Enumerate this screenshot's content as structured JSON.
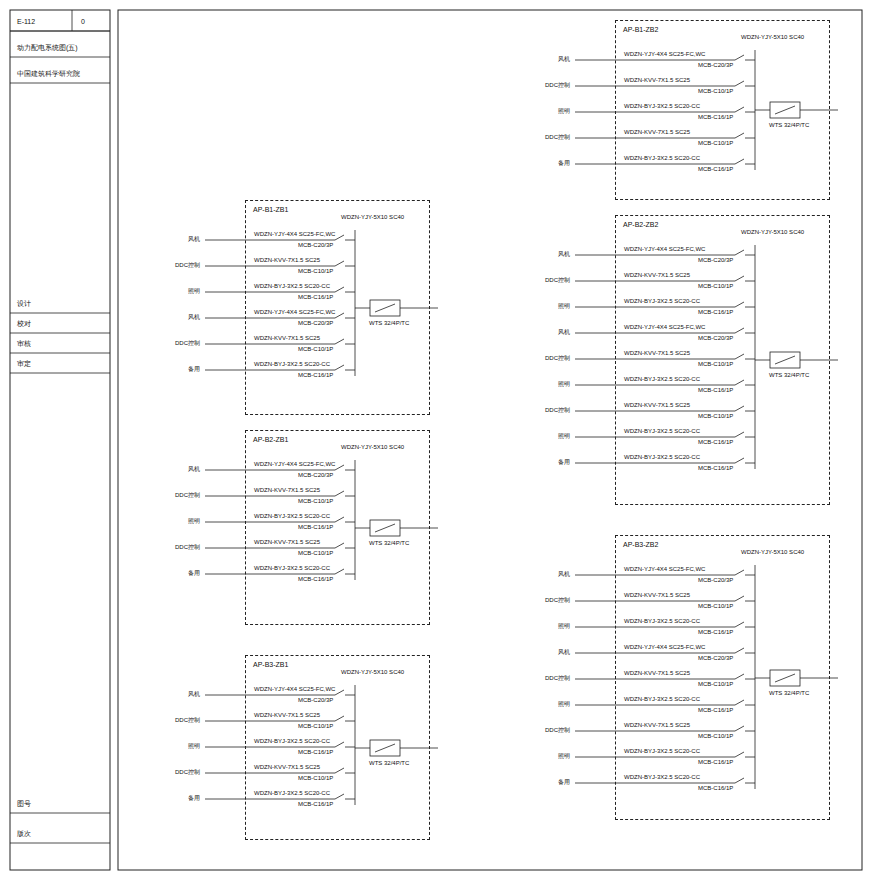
{
  "diagram": {
    "nodes": [
      {
        "text": [
          "AP-B1-ZB1"
        ]
      },
      {
        "text": [
          "AP-B2-ZB1"
        ]
      },
      {
        "text": [
          "AP-B3-ZB1"
        ]
      },
      {
        "text": [
          "AP-B1-ZB2"
        ]
      },
      {
        "text": [
          "AP-B2-ZB2"
        ]
      },
      {
        "text": [
          "AP-B3-ZB2"
        ]
      }
    ],
    "labels": [
      "E-112",
      "0",
      "动力配电系统图(五)",
      "中国建筑科学研究院",
      "设计",
      "校对",
      "审核",
      "审定",
      "图号",
      "版次",
      "WTS 32/4P/TC",
      "WDZN-YJY-5X10 SC40",
      "WDZN-YJY-4X4 SC25-FC,WC",
      "MCB-C20/3P",
      "风机",
      "WDZN-KVV-7X1.5 SC25",
      "MCB-C10/1P",
      "DDC控制",
      "WDZN-BYJ-3X2.5 SC20-CC",
      "MCB-C16/1P",
      "照明",
      "WDZN-YJY-4X4 SC25-FC,WC",
      "MCB-C20/3P",
      "风机",
      "WDZN-KVV-7X1.5 SC25",
      "MCB-C10/1P",
      "DDC控制",
      "WDZN-BYJ-3X2.5 SC20-CC",
      "MCB-C16/1P",
      "备用",
      "WTS 32/4P/TC",
      "WDZN-YJY-5X10 SC40",
      "WDZN-YJY-4X4 SC25-FC,WC",
      "MCB-C20/3P",
      "风机",
      "WDZN-KVV-7X1.5 SC25",
      "MCB-C10/1P",
      "DDC控制",
      "WDZN-BYJ-3X2.5 SC20-CC",
      "MCB-C16/1P",
      "照明",
      "WDZN-KVV-7X1.5 SC25",
      "MCB-C10/1P",
      "DDC控制",
      "WDZN-BYJ-3X2.5 SC20-CC",
      "MCB-C16/1P",
      "备用",
      "WTS 32/4P/TC",
      "WDZN-YJY-5X10 SC40",
      "WDZN-YJY-4X4 SC25-FC,WC",
      "MCB-C20/3P",
      "风机",
      "WDZN-KVV-7X1.5 SC25",
      "MCB-C10/1P",
      "DDC控制",
      "WDZN-BYJ-3X2.5 SC20-CC",
      "MCB-C16/1P",
      "照明",
      "WDZN-KVV-7X1.5 SC25",
      "MCB-C10/1P",
      "DDC控制",
      "WDZN-BYJ-3X2.5 SC20-CC",
      "MCB-C16/1P",
      "备用",
      "WTS 32/4P/TC",
      "WDZN-YJY-5X10 SC40",
      "WDZN-YJY-4X4 SC25-FC,WC",
      "MCB-C20/3P",
      "风机",
      "WDZN-KVV-7X1.5 SC25",
      "MCB-C10/1P",
      "DDC控制",
      "WDZN-BYJ-3X2.5 SC20-CC",
      "MCB-C16/1P",
      "照明",
      "WDZN-KVV-7X1.5 SC25",
      "MCB-C10/1P",
      "DDC控制",
      "WDZN-BYJ-3X2.5 SC20-CC",
      "MCB-C16/1P",
      "备用",
      "WTS 32/4P/TC",
      "WDZN-YJY-5X10 SC40",
      "WDZN-YJY-4X4 SC25-FC,WC",
      "MCB-C20/3P",
      "风机",
      "WDZN-KVV-7X1.5 SC25",
      "MCB-C10/1P",
      "DDC控制",
      "WDZN-BYJ-3X2.5 SC20-CC",
      "MCB-C16/1P",
      "照明",
      "WDZN-YJY-4X4 SC25-FC,WC",
      "MCB-C20/3P",
      "风机",
      "WDZN-KVV-7X1.5 SC25",
      "MCB-C10/1P",
      "DDC控制",
      "WDZN-BYJ-3X2.5 SC20-CC",
      "MCB-C16/1P",
      "照明",
      "WDZN-KVV-7X1.5 SC25",
      "MCB-C10/1P",
      "DDC控制",
      "WDZN-BYJ-3X2.5 SC20-CC",
      "MCB-C16/1P",
      "照明",
      "WDZN-BYJ-3X2.5 SC20-CC",
      "MCB-C16/1P",
      "备用",
      "WTS 32/4P/TC",
      "WDZN-YJY-5X10 SC40",
      "WDZN-YJY-4X4 SC25-FC,WC",
      "MCB-C20/3P",
      "风机",
      "WDZN-KVV-7X1.5 SC25",
      "MCB-C10/1P",
      "DDC控制",
      "WDZN-BYJ-3X2.5 SC20-CC",
      "MCB-C16/1P",
      "照明",
      "WDZN-YJY-4X4 SC25-FC,WC",
      "MCB-C20/3P",
      "风机",
      "WDZN-KVV-7X1.5 SC25",
      "MCB-C10/1P",
      "DDC控制",
      "WDZN-BYJ-3X2.5 SC20-CC",
      "MCB-C16/1P",
      "照明",
      "WDZN-KVV-7X1.5 SC25",
      "MCB-C10/1P",
      "DDC控制",
      "WDZN-BYJ-3X2.5 SC20-CC",
      "MCB-C16/1P",
      "照明",
      "WDZN-BYJ-3X2.5 SC20-CC",
      "MCB-C16/1P",
      "备用"
    ]
  }
}
